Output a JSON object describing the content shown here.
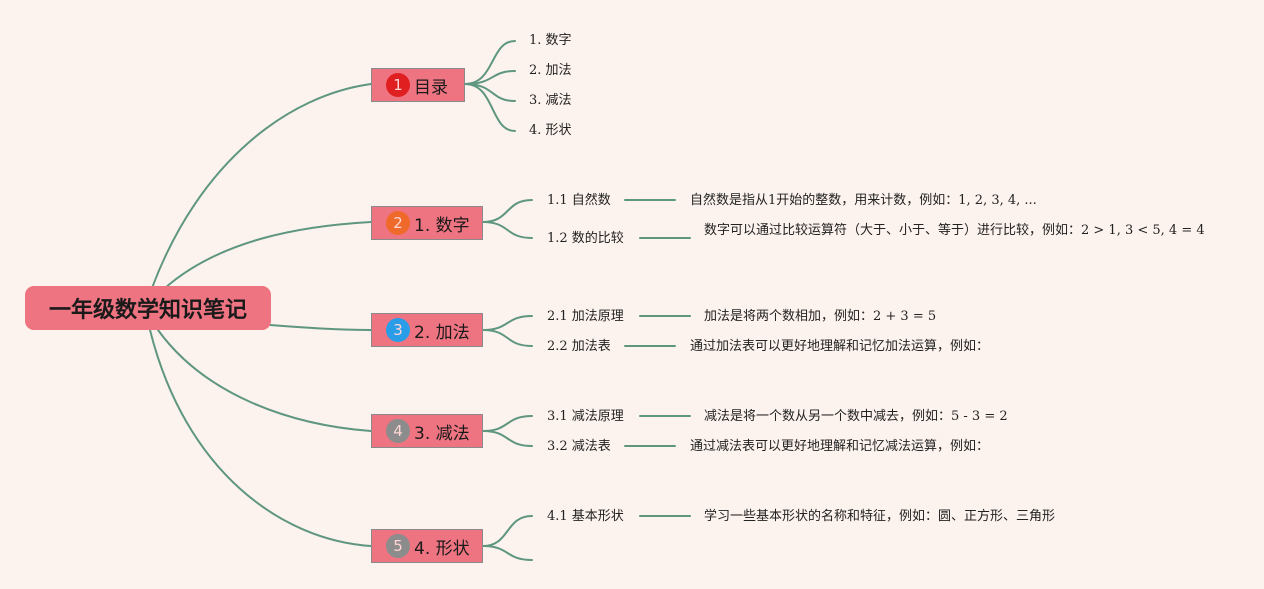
{
  "root": {
    "label": "一年级数学知识笔记"
  },
  "colors": {
    "line": "#5e9680",
    "node_fill": "#ef7482",
    "badge_red": "#e02020",
    "badge_orange": "#ef6a2a",
    "badge_blue": "#2a9de8",
    "badge_gray": "#8c8c8c"
  },
  "branches": [
    {
      "badge": "1",
      "label": "目录",
      "children": [
        {
          "label": "1. 数字"
        },
        {
          "label": "2. 加法"
        },
        {
          "label": "3. 减法"
        },
        {
          "label": "4. 形状"
        }
      ]
    },
    {
      "badge": "2",
      "label": "1. 数字",
      "children": [
        {
          "label": "1.1 自然数",
          "desc": "自然数是指从1开始的整数，用来计数，例如：1, 2, 3, 4, ..."
        },
        {
          "label": "1.2 数的比较",
          "desc": "数字可以通过比较运算符（大于、小于、等于）进行比较，例如：2 > 1, 3 < 5, 4 = 4"
        }
      ]
    },
    {
      "badge": "3",
      "label": "2. 加法",
      "children": [
        {
          "label": "2.1 加法原理",
          "desc": "加法是将两个数相加，例如：2 + 3 = 5"
        },
        {
          "label": "2.2 加法表",
          "desc": "通过加法表可以更好地理解和记忆加法运算，例如："
        }
      ]
    },
    {
      "badge": "4",
      "label": "3. 减法",
      "children": [
        {
          "label": "3.1 减法原理",
          "desc": "减法是将一个数从另一个数中减去，例如：5 - 3 = 2"
        },
        {
          "label": "3.2 减法表",
          "desc": "通过减法表可以更好地理解和记忆减法运算，例如："
        }
      ]
    },
    {
      "badge": "5",
      "label": "4. 形状",
      "children": [
        {
          "label": "4.1 基本形状",
          "desc": "学习一些基本形状的名称和特征，例如：圆、正方形、三角形"
        },
        {
          "label": ""
        }
      ]
    }
  ]
}
